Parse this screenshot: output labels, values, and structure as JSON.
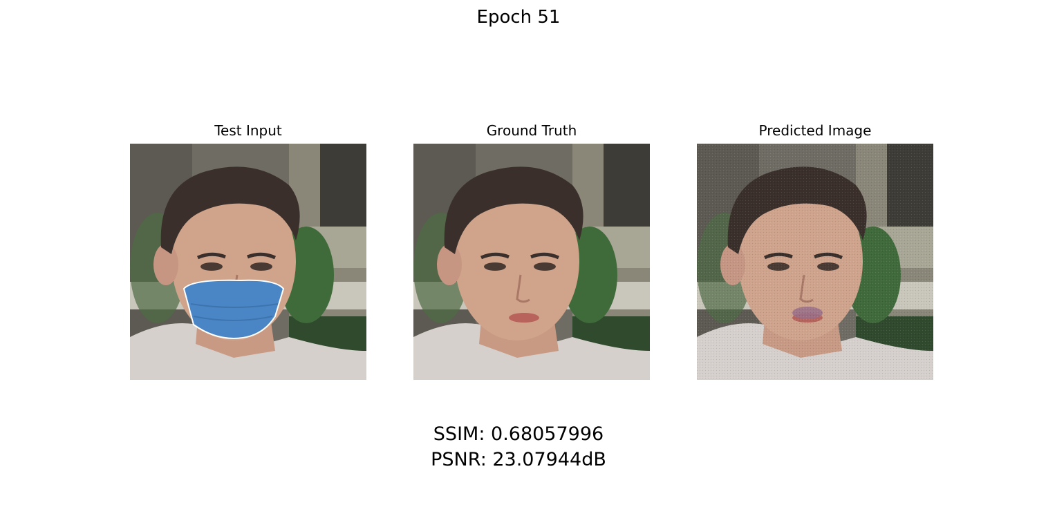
{
  "figure": {
    "title": "Epoch 51"
  },
  "panels": [
    {
      "title": "Test Input",
      "mask": true
    },
    {
      "title": "Ground Truth",
      "mask": false
    },
    {
      "title": "Predicted Image",
      "mask": false
    }
  ],
  "metrics": {
    "ssim": "SSIM: 0.68057996",
    "psnr": "PSNR: 23.07944dB"
  },
  "colors": {
    "mask": "#4a86c6",
    "background": "#ffffff"
  }
}
